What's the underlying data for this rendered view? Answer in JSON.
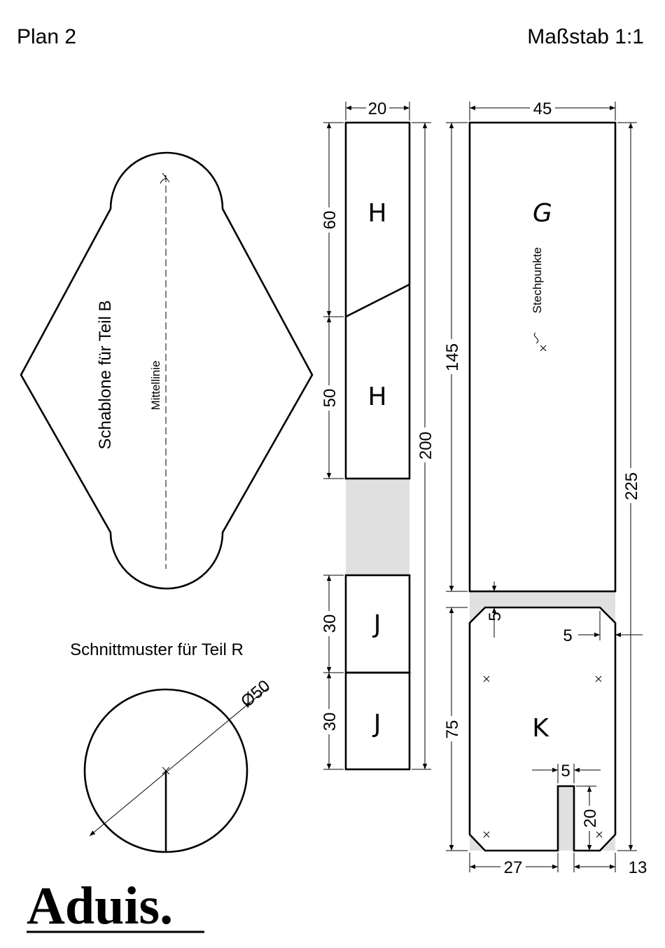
{
  "header": {
    "plan_label": "Plan 2",
    "scale_label": "Maßstab 1:1"
  },
  "template_b": {
    "title": "Schablone für Teil B",
    "centerline_label": "Mittellinie"
  },
  "cut_pattern_r": {
    "title": "Schnittmuster für Teil R",
    "diameter_label": "Ø50"
  },
  "strip": {
    "width_dim": "20",
    "total_dim": "200",
    "parts": [
      {
        "letter": "H",
        "dim": "60"
      },
      {
        "letter": "H",
        "dim": "50"
      },
      {
        "letter": "J",
        "dim": "30"
      },
      {
        "letter": "J",
        "dim": "30"
      }
    ]
  },
  "board": {
    "width_dim": "45",
    "total_dim": "225",
    "part_g": {
      "letter": "G",
      "height_dim": "145",
      "stech_label": "Stechpunkte"
    },
    "part_k": {
      "letter": "K",
      "height_dim": "75",
      "gap_dim": "5",
      "chamfer_dim": "5",
      "slot_width_dim": "5",
      "slot_height_dim": "20",
      "left_width_dim": "27",
      "right_width_dim": "13"
    }
  },
  "brand": {
    "logo": "Aduis."
  },
  "colors": {
    "line": "#000000",
    "waste_fill": "#e0e0e0",
    "background": "#ffffff"
  }
}
